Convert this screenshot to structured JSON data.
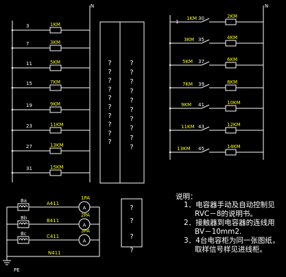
{
  "colors": {
    "background": "#000000",
    "line": "#ffffff",
    "label": "#ffff00"
  },
  "left": {
    "neutral": "N",
    "rungs": [
      {
        "num": "3",
        "coil": "1KM"
      },
      {
        "num": "7",
        "coil": "3KM"
      },
      {
        "num": "11",
        "coil": "5KM"
      },
      {
        "num": "15",
        "coil": "7KM"
      },
      {
        "num": "19",
        "coil": "9KM"
      },
      {
        "num": "23",
        "coil": "11KM"
      },
      {
        "num": "27",
        "coil": "13KM"
      },
      {
        "num": "31",
        "coil": "15KM"
      }
    ]
  },
  "left_table": {
    "col1": [
      "?",
      "?",
      "?",
      "?",
      "?",
      "?",
      "?",
      "?",
      "?",
      "?"
    ],
    "col2": [
      "?",
      "?",
      "?",
      "?",
      "?",
      "?",
      "?",
      "?",
      "?",
      "?"
    ]
  },
  "right": {
    "neutral": "N",
    "first_tag": "1",
    "rungs": [
      {
        "label": "1KM",
        "contact": "30",
        "coil": "2KM"
      },
      {
        "label": "3KM",
        "contact": "35",
        "coil": "4KM"
      },
      {
        "label": "5KM",
        "contact": "37",
        "coil": "6KM"
      },
      {
        "label": "7KM",
        "contact": "39",
        "coil": "8KM"
      },
      {
        "label": "9KM",
        "contact": "41",
        "coil": "10KM"
      },
      {
        "label": "11KM",
        "contact": "43",
        "coil": "12KM"
      },
      {
        "label": "13KM",
        "contact": "45",
        "coil": "14KM"
      }
    ]
  },
  "ct": {
    "rows": [
      {
        "ct": "Ba",
        "line": "A411",
        "meter": "1PA",
        "symbol": "A"
      },
      {
        "ct": "Bb",
        "line": "B411",
        "meter": "2PA",
        "symbol": "A"
      },
      {
        "ct": "Bc",
        "line": "C411",
        "meter": "3PA",
        "symbol": "A"
      }
    ],
    "neutral_line": "N411",
    "ground": "PE"
  },
  "small_table": {
    "cells": [
      "?",
      "?",
      "?",
      "?"
    ]
  },
  "notes": {
    "heading": "说明：",
    "items": [
      {
        "line1": "1．电容器手动及自动控制见",
        "line2": "RVC－8的说明书。"
      },
      {
        "line1": "2．接触器到电容器的连线用",
        "line2": "BV－10mm2."
      },
      {
        "line1": "3．4台电容柜为同一张图纸，",
        "line2": "取样信号样见进线柜。"
      }
    ]
  }
}
